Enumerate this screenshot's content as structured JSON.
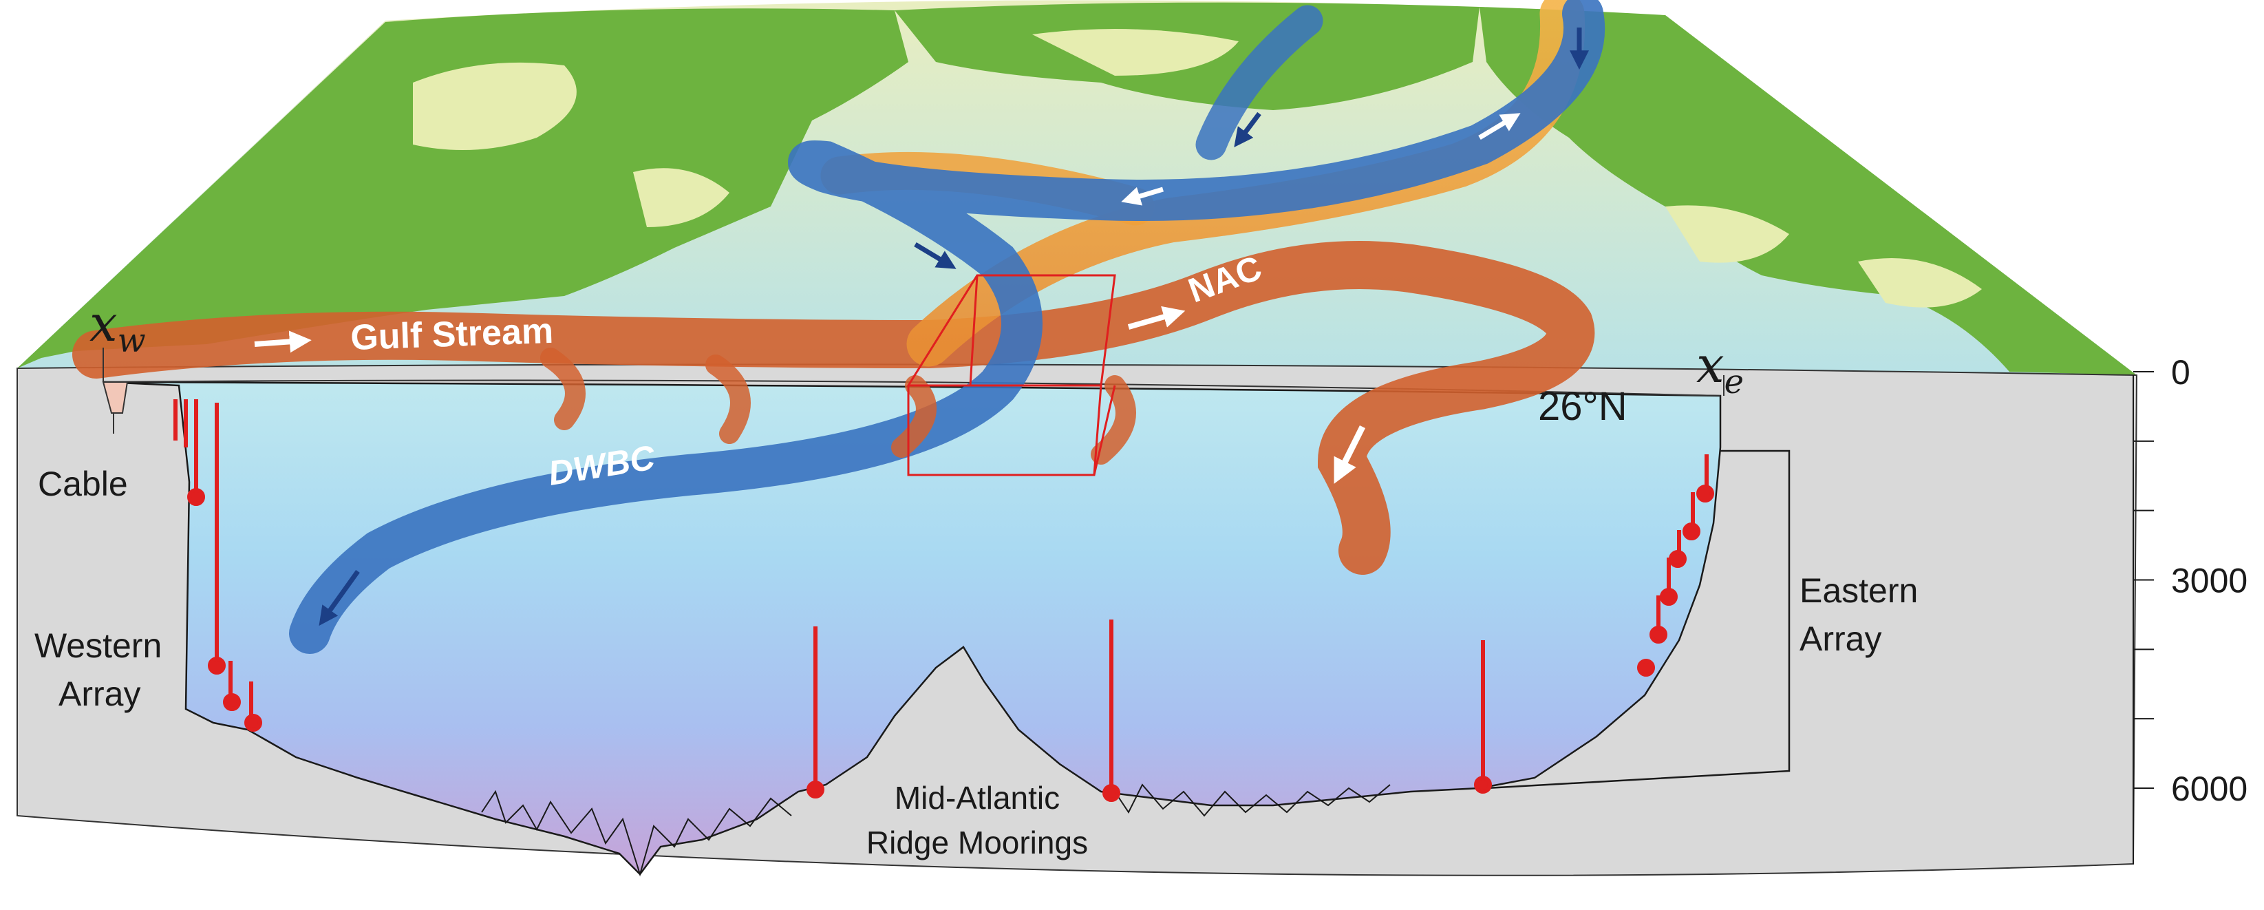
{
  "labels": {
    "xw": "x",
    "xw_sub": "w",
    "xe": "x",
    "xe_sub": "e",
    "gulf_stream": "Gulf Stream",
    "nac": "NAC",
    "dwbc": "DWBC",
    "latitude": "26°N",
    "cable": "Cable",
    "western_array_1": "Western",
    "western_array_2": "Array",
    "eastern_array_1": "Eastern",
    "eastern_array_2": "Array",
    "mar_1": "Mid-Atlantic",
    "mar_2": "Ridge Moorings"
  },
  "depth_axis": {
    "ticks": [
      {
        "value": 0,
        "label": "0"
      },
      {
        "value": 1000,
        "label": ""
      },
      {
        "value": 2000,
        "label": ""
      },
      {
        "value": 3000,
        "label": "3000"
      },
      {
        "value": 4000,
        "label": ""
      },
      {
        "value": 5000,
        "label": ""
      },
      {
        "value": 6000,
        "label": "6000"
      }
    ]
  },
  "colors": {
    "land": "#6db33f",
    "shelf": "#e6edb0",
    "ocean_top": "#aee3ea",
    "ocean_mid": "#a8c7ee",
    "ocean_deep": "#c9a8d8",
    "seafloor": "#d9d9d9",
    "warm_flow": "#d2602e",
    "north_flow": "#f0a03a",
    "cold_flow": "#3a73c0",
    "mooring": "#e01f1f"
  }
}
